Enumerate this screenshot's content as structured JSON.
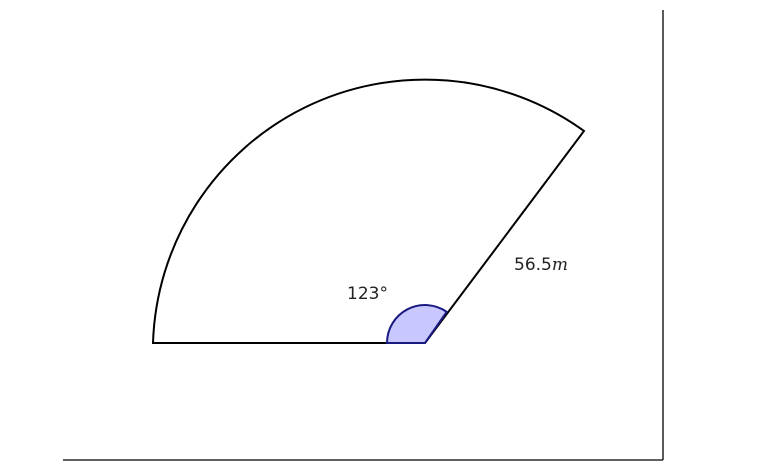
{
  "diagram": {
    "angle_label": "123°",
    "radius_value": "56.5",
    "radius_unit": "m"
  },
  "colors": {
    "stroke": "#000000",
    "angle_fill": "#c8c8ff",
    "angle_stroke": "#1a1a80",
    "frame": "#000000"
  }
}
